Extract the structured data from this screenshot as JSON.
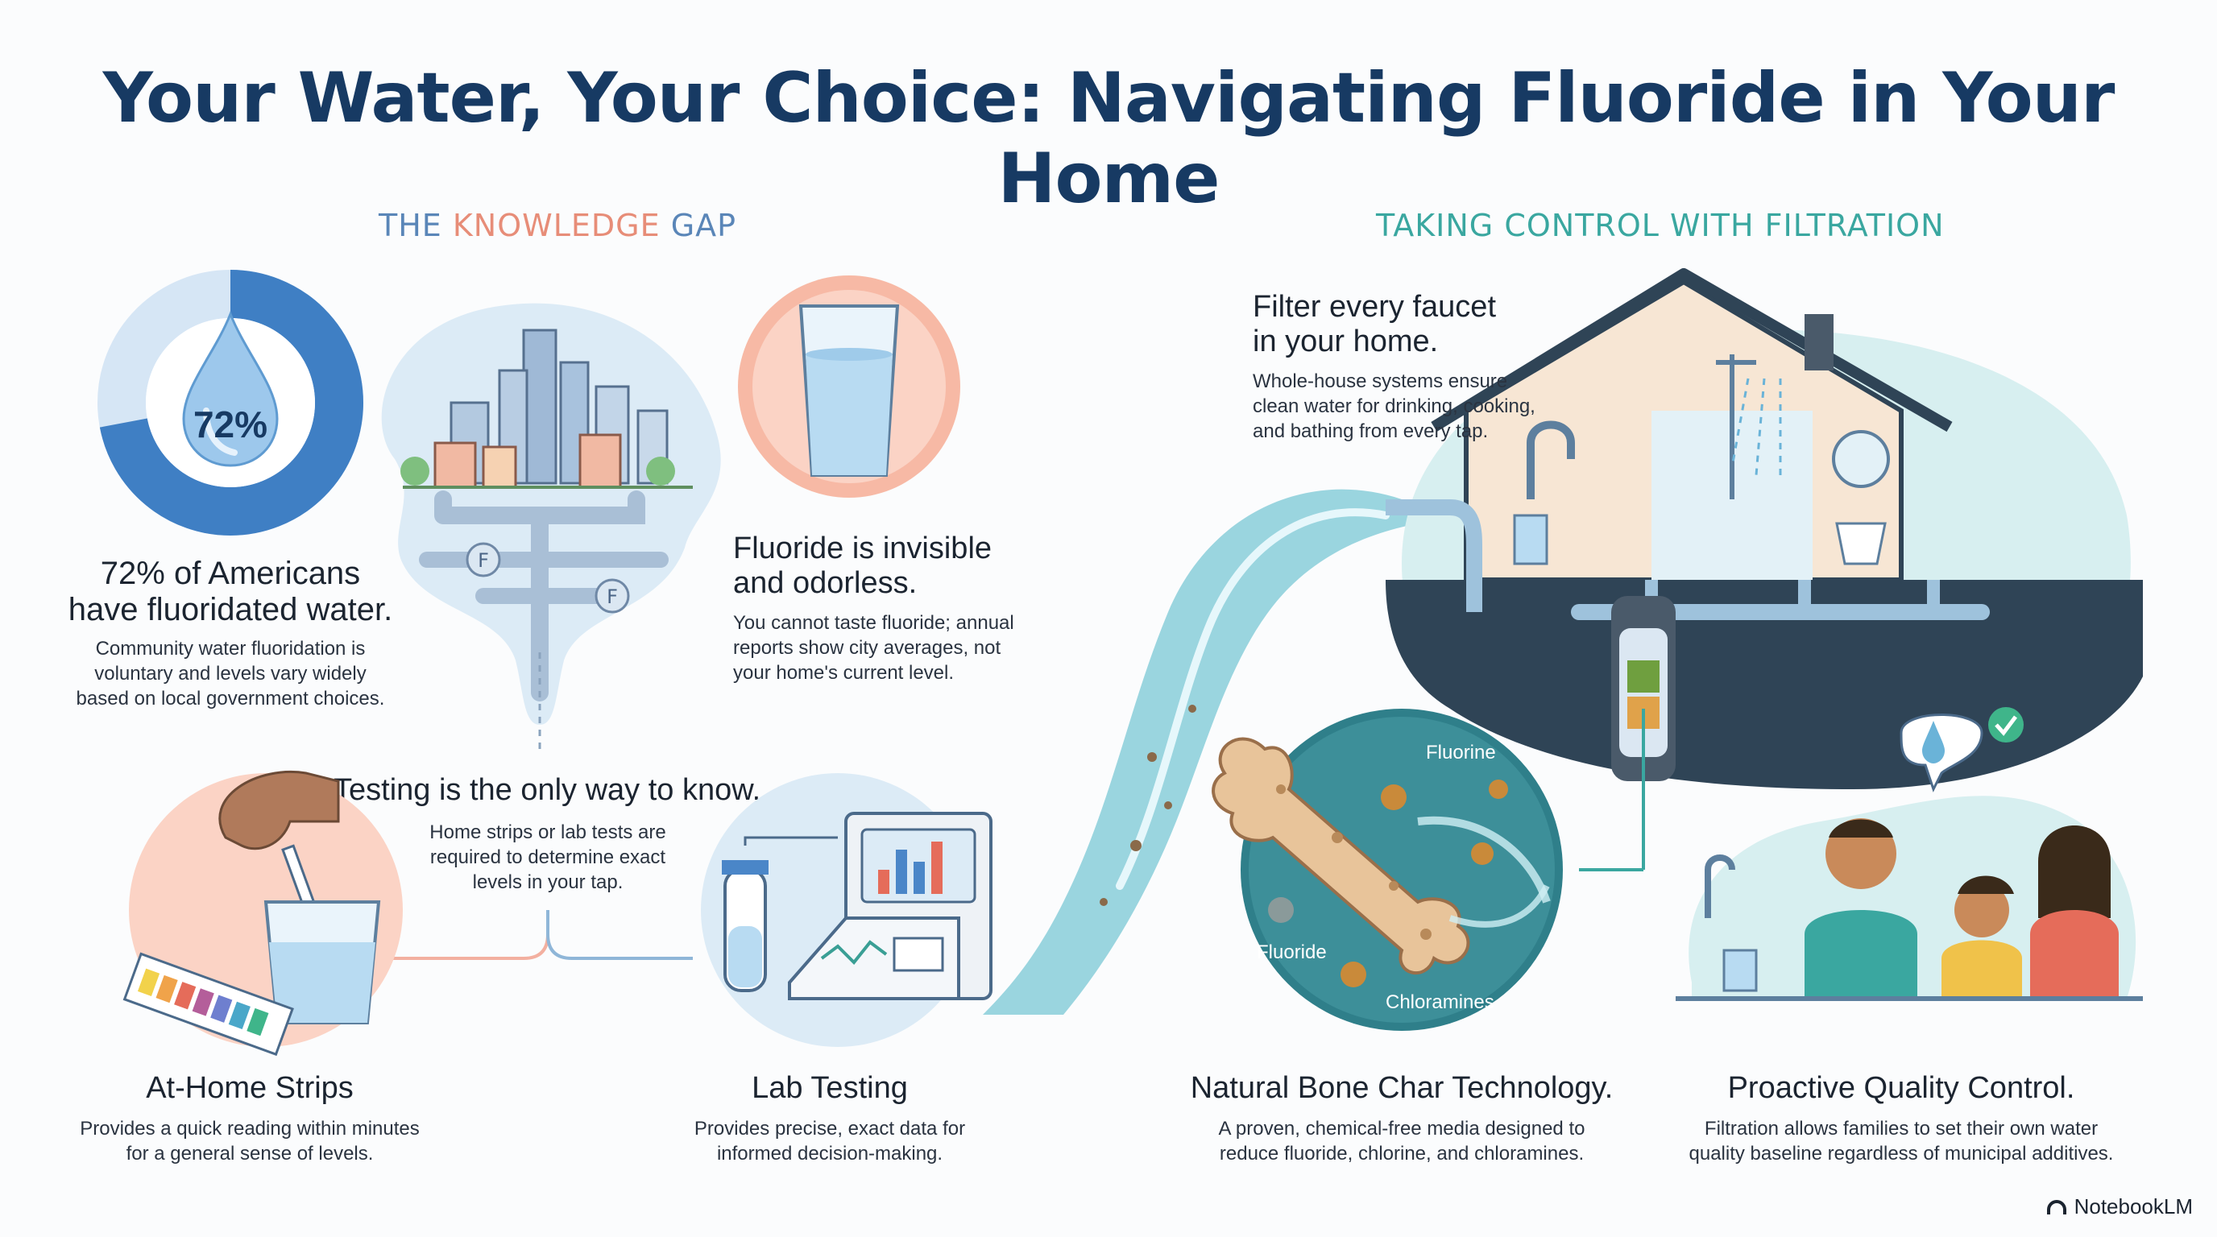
{
  "title": "Your Water, Your Choice: Navigating Fluoride in Your Home",
  "knowledge_gap": {
    "heading_part1": "THE ",
    "heading_part2": "KNOWLEDGE",
    "heading_part3": " GAP",
    "stat_value": "72%",
    "stat_headline_line1": "72% of Americans",
    "stat_headline_line2": "have fluoridated water.",
    "stat_body_line1": "Community water fluoridation is",
    "stat_body_line2": "voluntary and levels vary widely",
    "stat_body_line3": "based on local government choices.",
    "pipe_label_1": "F",
    "pipe_label_2": "F",
    "invisible_headline_line1": "Fluoride is invisible",
    "invisible_headline_line2": "and odorless.",
    "invisible_body_line1": "You cannot taste fluoride; annual",
    "invisible_body_line2": "reports show city averages, not",
    "invisible_body_line3": "your home's current level.",
    "testing_headline": "Testing is the only way to know.",
    "testing_body_line1": "Home strips or lab tests are",
    "testing_body_line2": "required to determine exact",
    "testing_body_line3": "levels in your tap.",
    "strips_headline": "At-Home Strips",
    "strips_body_line1": "Provides a quick reading within minutes",
    "strips_body_line2": "for a general sense of levels.",
    "lab_headline": "Lab Testing",
    "lab_body_line1": "Provides precise, exact data for",
    "lab_body_line2": "informed decision-making."
  },
  "filtration": {
    "heading": "TAKING CONTROL WITH FILTRATION",
    "faucet_headline_line1": "Filter every faucet",
    "faucet_headline_line2": "in your home.",
    "faucet_body_line1": "Whole-house systems ensure",
    "faucet_body_line2": "clean water for drinking, cooking,",
    "faucet_body_line3": "and bathing from every tap.",
    "label_fluorine": "Fluorine",
    "label_fluoride": "Fluoride",
    "label_chloramines": "Chloramines",
    "bonechar_headline": "Natural Bone Char Technology.",
    "bonechar_body_line1": "A proven, chemical-free media designed to",
    "bonechar_body_line2": "reduce fluoride, chlorine, and chloramines.",
    "quality_headline": "Proactive Quality Control.",
    "quality_body_line1": "Filtration allows families to set their own water",
    "quality_body_line2": "quality baseline regardless of municipal additives."
  },
  "brand": "NotebookLM",
  "stat": {
    "fluoridated_share_percent": 72
  },
  "colors": {
    "title": "#173a63",
    "knowledge_blue": "#5a86b8",
    "knowledge_accent": "#e78d78",
    "filtration_teal": "#3aa7a0",
    "donut_blue": "#3f7fc4"
  }
}
